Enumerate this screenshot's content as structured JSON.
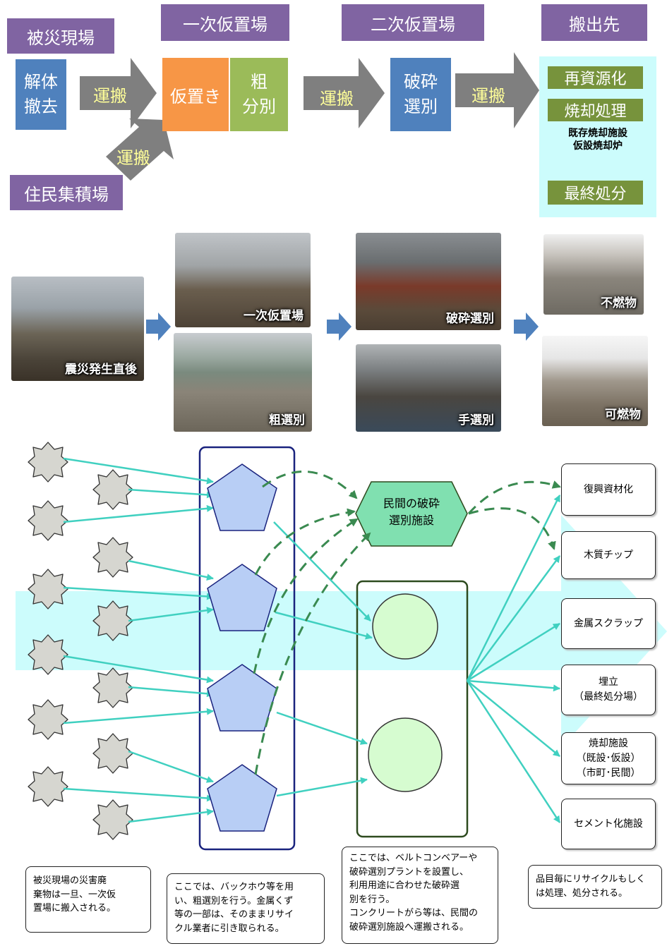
{
  "stages": {
    "site": "被災現場",
    "primary": "一次仮置場",
    "secondary": "二次仮置場",
    "destination": "搬出先"
  },
  "flow": {
    "demolition": [
      "解体",
      "撤去"
    ],
    "transport": "運搬",
    "temp_storage": "仮置き",
    "rough_sort": [
      "粗",
      "分別"
    ],
    "crush_sort": [
      "破砕",
      "選別"
    ],
    "resident_site": "住民集積場",
    "recycle": "再資源化",
    "incineration": "焼却処理",
    "incinerator_note": [
      "既存焼却施設",
      "仮設焼却炉"
    ],
    "final_disposal": "最終処分"
  },
  "photos": {
    "after_disaster": "震災発生直後",
    "primary_site": "一次仮置場",
    "rough_sort": "粗選別",
    "crush_sort": "破砕選別",
    "hand_sort": "手選別",
    "noncombustible": "不燃物",
    "combustible": "可燃物"
  },
  "network": {
    "private_facility": [
      "民間の破砕",
      "選別施設"
    ],
    "outputs": [
      [
        "復興資材化"
      ],
      [
        "木質チップ"
      ],
      [
        "金属スクラップ"
      ],
      [
        "埋立",
        "（最終処分場）"
      ],
      [
        "焼却施設",
        "（既設･仮設）",
        "（市町･民間）"
      ],
      [
        "セメント化施設"
      ]
    ]
  },
  "notes": {
    "site": [
      "被災現場の災害廃",
      "棄物は一旦、一次仮",
      "置場に搬入される。"
    ],
    "primary": [
      "ここでは、バックホウ等を用",
      "い、粗選別を行う。金属くず",
      "等の一部は、そのままリサイ",
      "クル業者に引き取られる。"
    ],
    "secondary": [
      "ここでは、ベルトコンベアーや",
      "破砕選別プラントを設置し、",
      "利用用途に合わせた破砕選",
      "別を行う。",
      "コンクリートがら等は、民間の",
      "破砕選別施設へ運搬される。"
    ],
    "destination": [
      "品目毎にリサイクルもしく",
      "は処理、処分される。"
    ]
  },
  "colors": {
    "purple": "#8064a2",
    "blue": "#4f81bd",
    "orange": "#f79646",
    "green": "#9bbb59",
    "dark_green": "#77933c",
    "gray_arrow": "#7f7f7f",
    "transport_text": "#ffff99",
    "cyan_band": "#ccfcfc",
    "teal_line": "#40d0c0",
    "dashed_green": "#3a8a50",
    "red_arrow": "#ff0000"
  }
}
